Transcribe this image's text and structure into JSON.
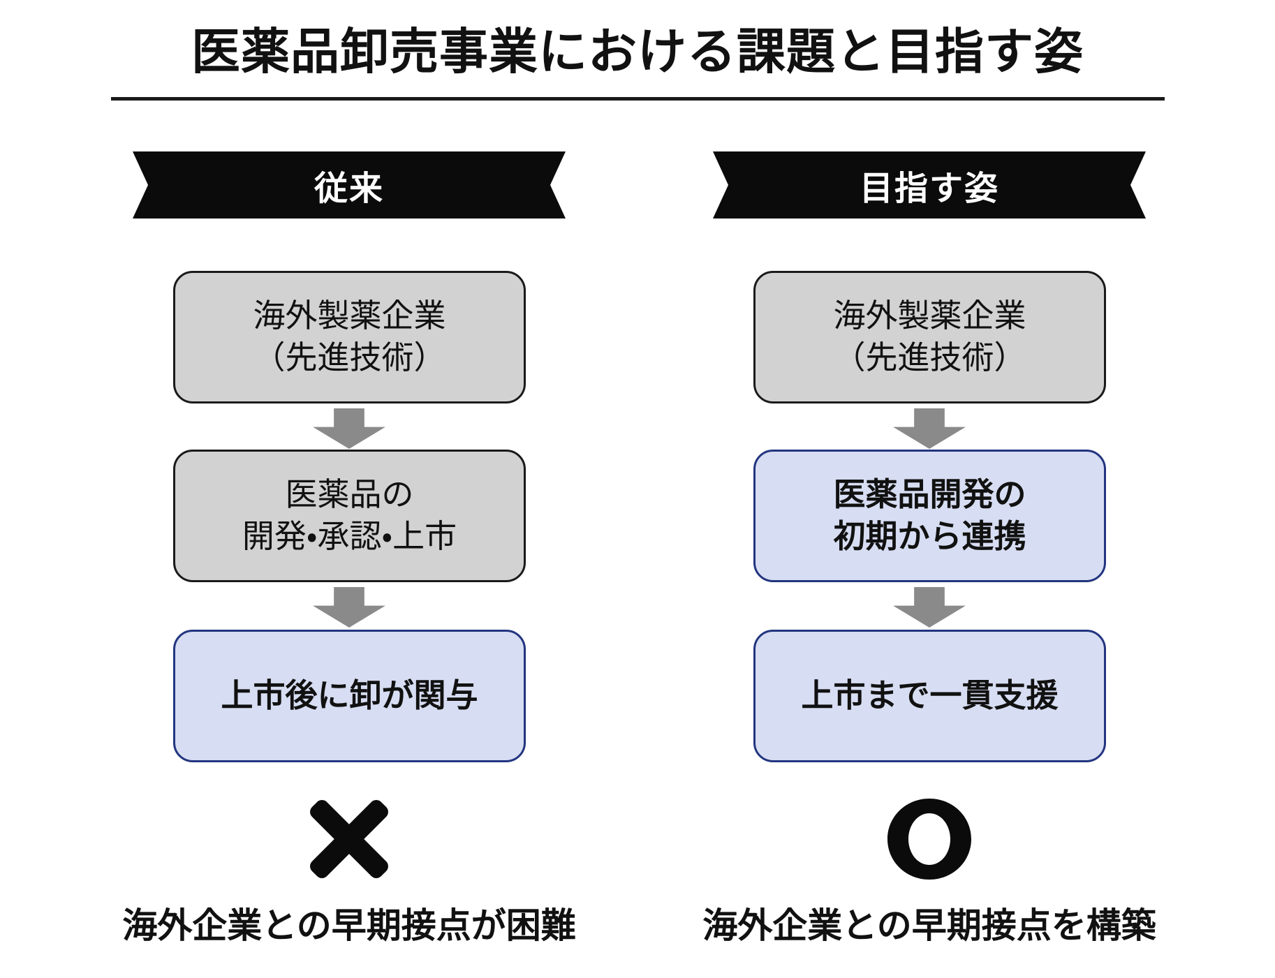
{
  "title": "医薬品卸売事業における課題と目指す姿",
  "colors": {
    "ribbon-bg": "#0b0b0b",
    "box-gray": "#d2d2d2",
    "box-gray-border": "#1a1a1a",
    "box-accent": "#d7ddf2",
    "box-accent-border": "#22357f",
    "arrow-gray": "#8a8a8a",
    "rule": "#1a1a1a",
    "text": "#111111"
  },
  "columns": [
    {
      "id": "conventional",
      "banner": "従来",
      "boxes": [
        {
          "style": "gray",
          "lines": [
            "海外製薬企業",
            "（先進技術）"
          ]
        },
        {
          "style": "gray",
          "lines": [
            "医薬品の",
            "開発・承認・上市"
          ]
        },
        {
          "style": "accent",
          "lines": [
            "上市後に卸が関与"
          ]
        }
      ],
      "result_symbol": "cross",
      "caption": "海外企業との早期接点が困難"
    },
    {
      "id": "target",
      "banner": "目指す姿",
      "boxes": [
        {
          "style": "gray",
          "lines": [
            "海外製薬企業",
            "（先進技術）"
          ]
        },
        {
          "style": "accent",
          "lines": [
            "医薬品開発の",
            "初期から連携"
          ]
        },
        {
          "style": "accent",
          "lines": [
            "上市まで一貫支援"
          ]
        }
      ],
      "result_symbol": "circle",
      "caption": "海外企業との早期接点を構築"
    }
  ]
}
